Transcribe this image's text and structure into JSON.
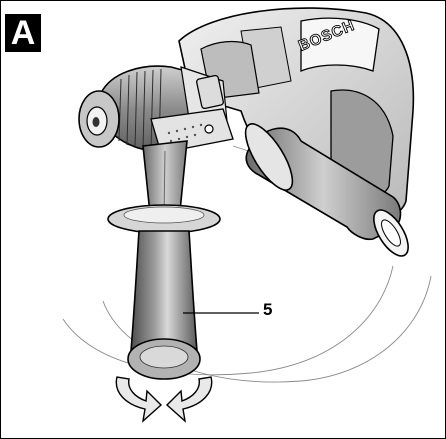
{
  "figure": {
    "badge_label": "A",
    "brand_text": "BOSCH",
    "callout_number": "5"
  },
  "colors": {
    "ink": "#000000",
    "drill_light": "#e2e2e2",
    "drill_mid": "#a8a8a8",
    "drill_dark": "#6f6f6f",
    "handle_dark": "#5a5a5a"
  },
  "icons": [
    "rotation-arrow-left-icon",
    "rotation-arrow-right-icon"
  ]
}
